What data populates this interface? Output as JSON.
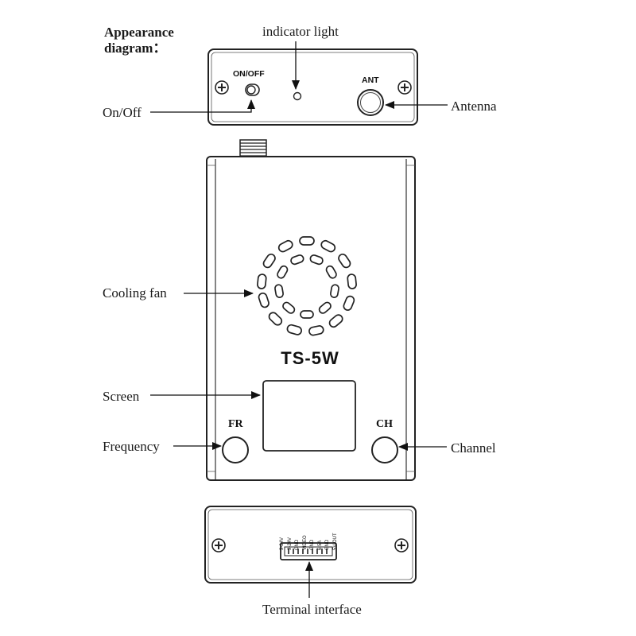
{
  "title": {
    "line1": "Appearance",
    "line2": "diagram："
  },
  "callouts": {
    "indicator_light": "indicator light",
    "on_off": "On/Off",
    "antenna": "Antenna",
    "cooling_fan": "Cooling fan",
    "screen": "Screen",
    "frequency": "Frequency",
    "channel": "Channel",
    "terminal_interface": "Terminal interface"
  },
  "device": {
    "model": "TS-5W",
    "switch_label": "ON/OFF",
    "antenna_label": "ANT",
    "fr_button": "FR",
    "ch_button": "CH"
  },
  "terminal_pins": [
    "9-24V",
    "9-24V",
    "GND",
    "VIDEO",
    "GND",
    "6.5A",
    "GND",
    "5V-OUT"
  ]
}
